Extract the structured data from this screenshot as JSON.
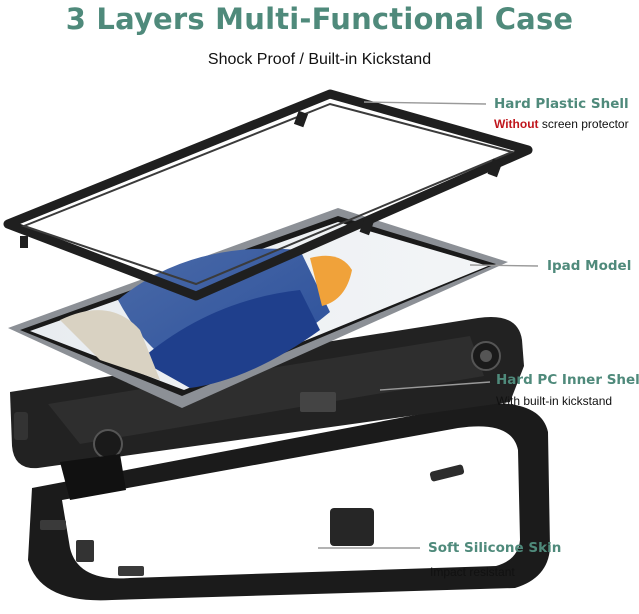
{
  "header": {
    "title": "3 Layers Multi-Functional Case",
    "subtitle": "Shock Proof / Built-in Kickstand"
  },
  "layers": [
    {
      "name": "Hard Plastic Shell",
      "note_accent": "Without",
      "note": " screen protector"
    },
    {
      "name": "Ipad Model"
    },
    {
      "name": "Hard PC Inner Shell",
      "note": "With built-in kickstand"
    },
    {
      "name": "Soft Silicone Skin",
      "note": "Impact resistant"
    }
  ],
  "colors": {
    "accent": "#4f8a7b",
    "warning": "#c0161d",
    "case": "#1b1b1b",
    "frame": "#2a2a2a"
  }
}
